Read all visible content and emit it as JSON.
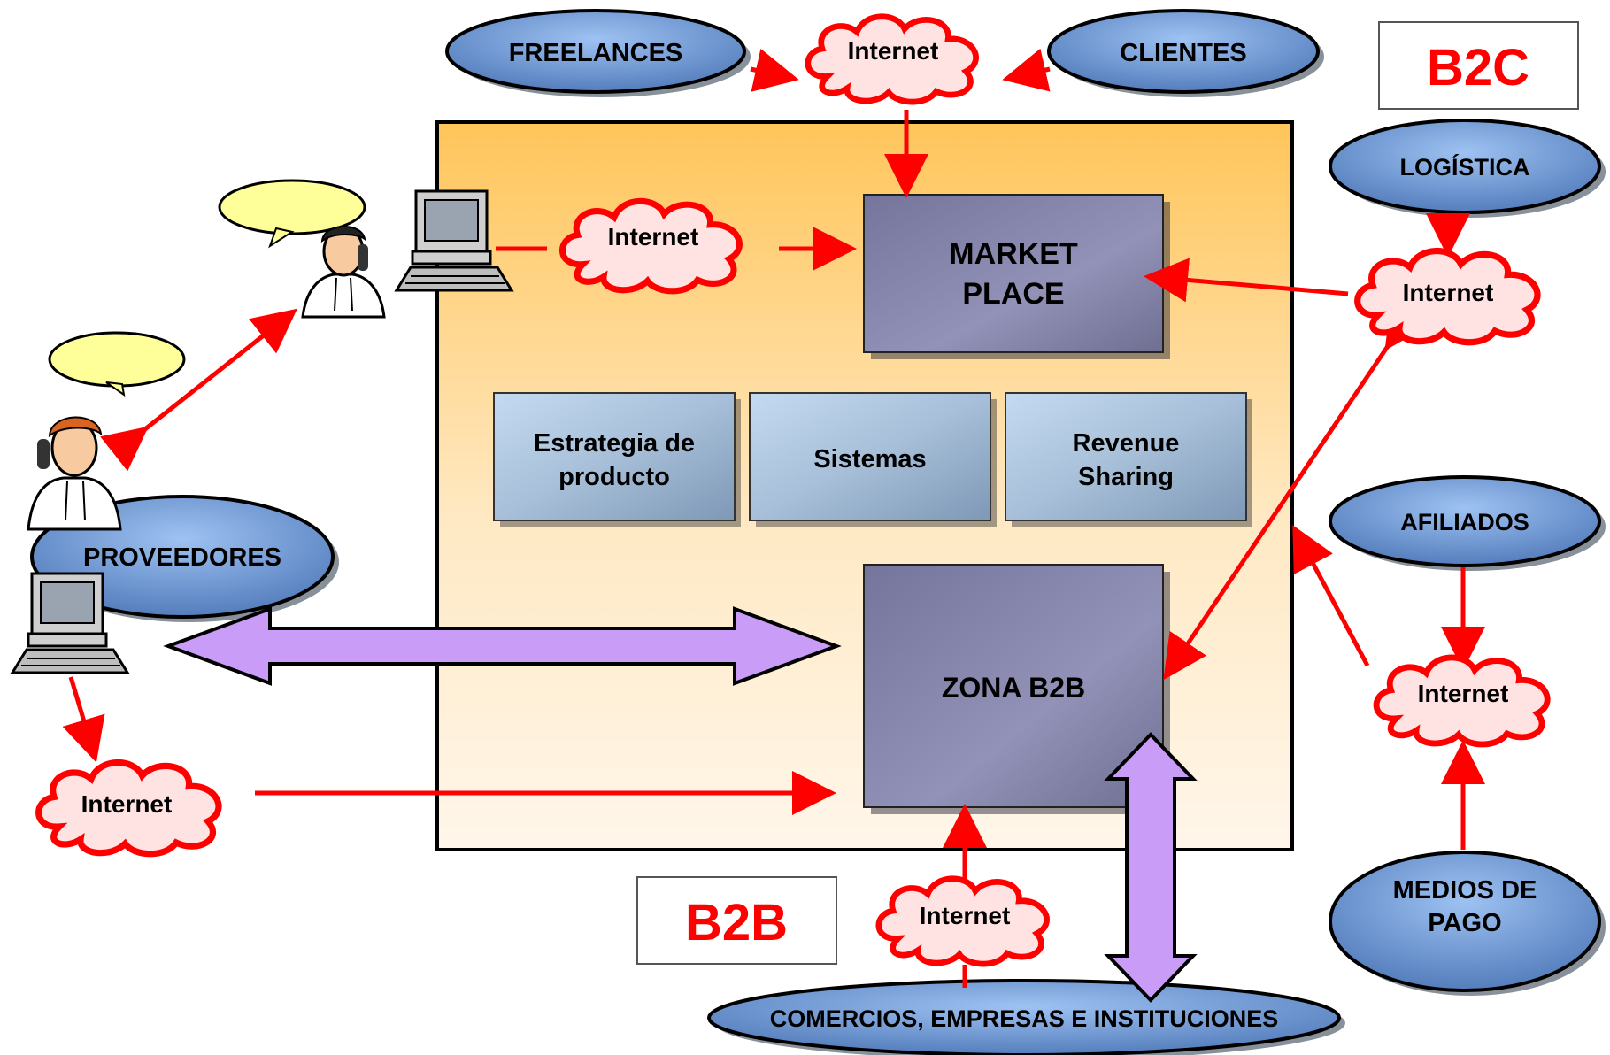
{
  "labels": {
    "b2c": "B2C",
    "b2b": "B2B",
    "market_place_line1": "MARKET",
    "market_place_line2": "PLACE",
    "zona_b2b": "ZONA B2B",
    "estrategia_line1": "Estrategia de",
    "estrategia_line2": "producto",
    "sistemas": "Sistemas",
    "revenue_line1": "Revenue",
    "revenue_line2": "Sharing",
    "freelances": "FREELANCES",
    "clientes": "CLIENTES",
    "logistica": "LOGÍSTICA",
    "afiliados": "AFILIADOS",
    "medios_line1": "MEDIOS DE",
    "medios_line2": "PAGO",
    "proveedores": "PROVEEDORES",
    "comercios": "COMERCIOS, EMPRESAS E INSTITUCIONES",
    "internet": "Internet"
  },
  "colors": {
    "arrow_red": "#ff0000",
    "ellipse_fill": "#7fa8e0",
    "cloud_fill": "#ffe0e0",
    "big_arrow_fill": "#c79cf7",
    "panel_top": "#ffc75a",
    "panel_bottom": "#fff8ee"
  }
}
